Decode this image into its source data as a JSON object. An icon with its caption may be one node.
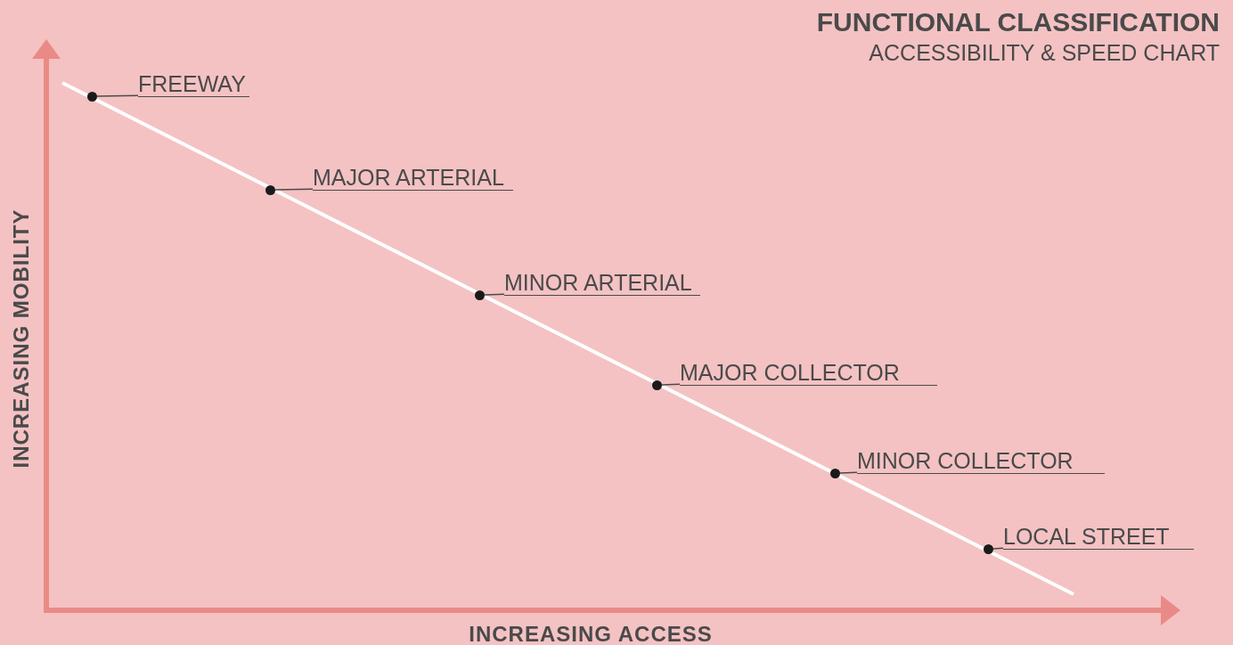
{
  "diagram": {
    "title": "FUNCTIONAL CLASSIFICATION",
    "nodes": [
      {
        "text": [
          "FREEWAY"
        ]
      },
      {
        "text": [],
        "shape": "circle"
      },
      {
        "text": [
          "MAJOR ARTERIAL"
        ]
      },
      {
        "text": [],
        "shape": "circle"
      },
      {
        "text": [
          "MINOR ARTERIAL"
        ]
      },
      {
        "text": [],
        "shape": "circle"
      },
      {
        "text": [
          "MAJOR COLLECTOR"
        ]
      },
      {
        "text": [],
        "shape": "circle"
      },
      {
        "text": [
          "MINOR COLLECTOR"
        ]
      },
      {
        "text": [],
        "shape": "circle"
      },
      {
        "text": [
          "LOCAL STREET"
        ]
      },
      {
        "text": [],
        "shape": "circle"
      }
    ],
    "edges": [
      {
        "from": 0,
        "to": 1,
        "arrow": "none"
      },
      {
        "from": 2,
        "to": 3,
        "arrow": "none"
      },
      {
        "from": 4,
        "to": 5,
        "arrow": "none"
      },
      {
        "from": 6,
        "to": 7,
        "arrow": "none"
      },
      {
        "from": 8,
        "to": 9,
        "arrow": "none"
      },
      {
        "from": 10,
        "to": 11,
        "arrow": "none"
      }
    ],
    "labels": [
      "ACCESSIBILITY & SPEED CHART",
      "INCREASING MOBILITY",
      "INCREASING ACCESS"
    ]
  }
}
